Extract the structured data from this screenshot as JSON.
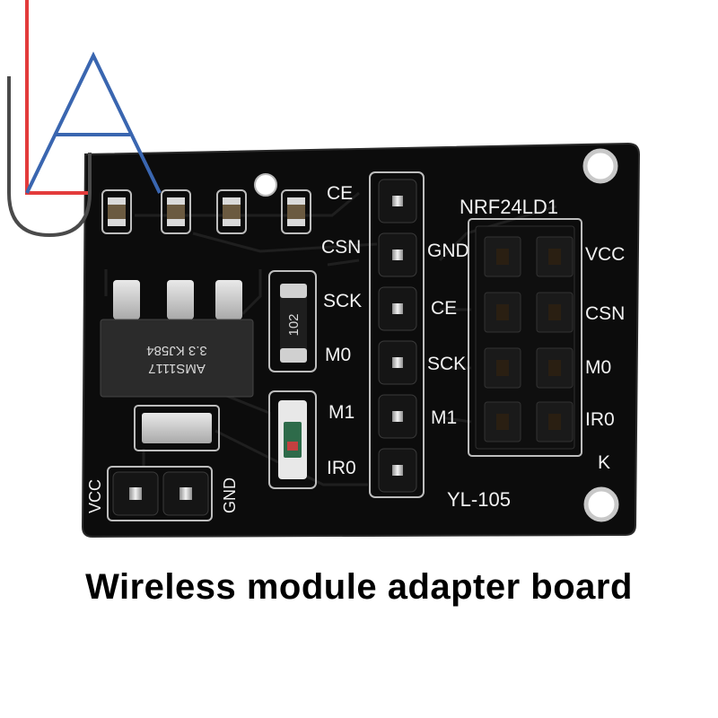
{
  "caption": "Wireless module adapter board",
  "board": {
    "pcb_color": "#0c0c0c",
    "silkscreen_color": "#f2f2f2",
    "left_header_labels": [
      "CE",
      "CSN",
      "SCK",
      "M0",
      "M1",
      "IR0"
    ],
    "inner_header_labels": [
      "GND",
      "CE",
      "SCK",
      "M1"
    ],
    "socket_title": "NRF24LD1",
    "socket_right_labels": [
      "VCC",
      "CSN",
      "M0",
      "IR0"
    ],
    "socket_extra_label": "K",
    "model_label": "YL-105",
    "power_left_label": "VCC",
    "power_right_label": "GND",
    "regulator_marking_line1": "AMS1117",
    "regulator_marking_line2": "3.3 KJ584",
    "resistor_marking": "102"
  },
  "logo": {
    "red_color": "#e33b3b",
    "blue_color": "#3a66b0",
    "gray_color": "#4a4a4a"
  }
}
